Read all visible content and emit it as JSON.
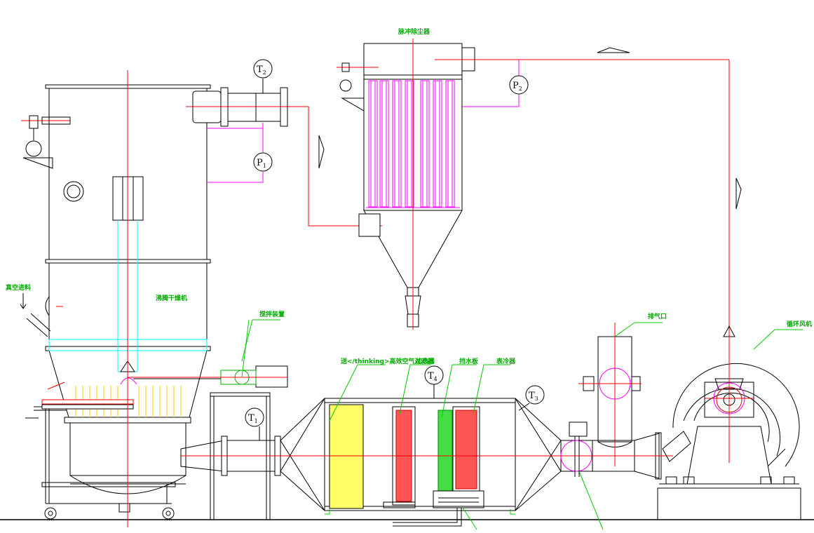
{
  "labels": {
    "dust_collector": "脉冲除尘器",
    "dryer": "沸腾干燥机",
    "vacuum_feed": "真空进料",
    "stirring_device": "搅拌装置",
    "hepa_filter": "送</thinking>高效空气过滤器",
    "heater": "加热器",
    "water_retainer": "挡水板",
    "cooler": "表冷器",
    "exhaust_port": "排气口",
    "circulating_fan": "循环风机"
  },
  "instruments": {
    "t1": {
      "letter": "T",
      "sub": "1"
    },
    "t2": {
      "letter": "T",
      "sub": "2"
    },
    "t3": {
      "letter": "T",
      "sub": "3"
    },
    "t4": {
      "letter": "T",
      "sub": "4"
    },
    "p1": {
      "letter": "P",
      "sub": "1"
    },
    "p2": {
      "letter": "P",
      "sub": "2"
    }
  },
  "colors": {
    "outline": "#000000",
    "centerline": "#ff0000",
    "signal_line": "#ff00ff",
    "label": "#00aa00",
    "filter_media": "#ffff66",
    "heater_coil": "#ff3333",
    "water_plate": "#33cc33",
    "bag_filter": "#ff00ff",
    "guide": "#00ffff"
  }
}
